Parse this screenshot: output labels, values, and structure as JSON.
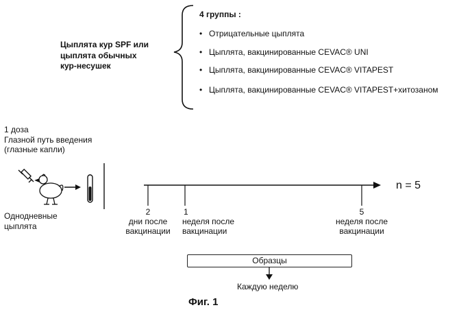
{
  "subjects_label": [
    "Цыплята кур SPF или",
    "цыплята обычных",
    "кур-несушек"
  ],
  "groups": {
    "title": "4 группы :",
    "bullet": "•",
    "items": [
      "Отрицательные цыплята",
      "Цыплята, вакцинированные CEVAC® UNI",
      "Цыплята, вакцинированные CEVAC® VITAPEST",
      "Цыплята, вакцинированные CEVAC® VITAPEST+хитозаном"
    ]
  },
  "dose_info": [
    "1 доза",
    "Глазной путь введения",
    "(глазные капли)"
  ],
  "chicks_label": [
    "Однодневные",
    "цыплята"
  ],
  "timeline": {
    "n_label": "n = 5",
    "ticks": [
      {
        "number": "2",
        "label": [
          "дни после",
          "вакцинации"
        ]
      },
      {
        "number": "1",
        "label": [
          "неделя после",
          "вакцинации"
        ]
      },
      {
        "number": "5",
        "label": [
          "неделя после",
          "вакцинации"
        ]
      }
    ]
  },
  "samples": {
    "box_label": "Образцы",
    "frequency": "Каждую неделю"
  },
  "figure_caption": "Фиг. 1"
}
